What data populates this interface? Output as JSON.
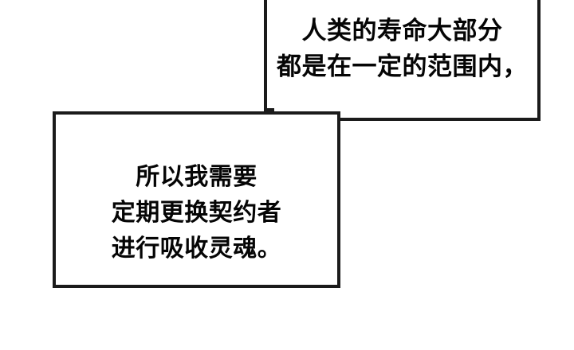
{
  "page": {
    "background_color": "#ffffff",
    "ink_color": "#1b1b1b",
    "text_color": "#050505",
    "language": "zh-Hans"
  },
  "panels": [
    {
      "id": "panel-top-right",
      "speech_lines": [
        "人类的寿命大部分",
        "都是在一定的范围内，"
      ]
    },
    {
      "id": "panel-bottom-left",
      "speech_lines": [
        "所以我需要",
        "定期更换契约者",
        "进行吸收灵魂。"
      ]
    }
  ]
}
